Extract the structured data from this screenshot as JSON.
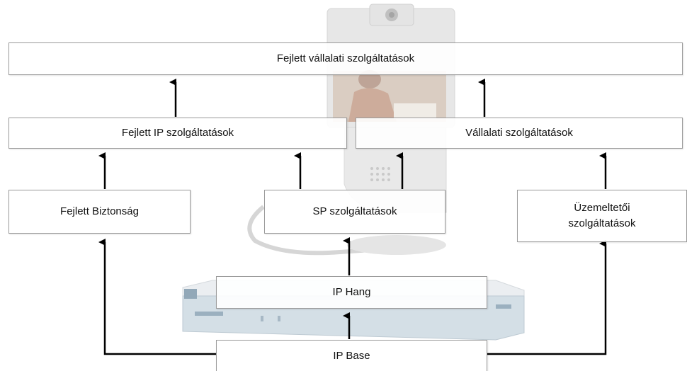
{
  "diagram": {
    "nodes": {
      "top": "Fejlett vállalati szolgáltatások",
      "advanced_ip": "Fejlett IP szolgáltatások",
      "enterprise": "Vállalati szolgáltatások",
      "security": "Fejlett Biztonság",
      "sp": "SP szolgáltatások",
      "operator_line1": "Üzemeltetői",
      "operator_line2": "szolgáltatások",
      "voice": "IP Hang",
      "base": "IP Base"
    },
    "background": {
      "image_subject": "Cisco router and video phone (faded)"
    }
  }
}
